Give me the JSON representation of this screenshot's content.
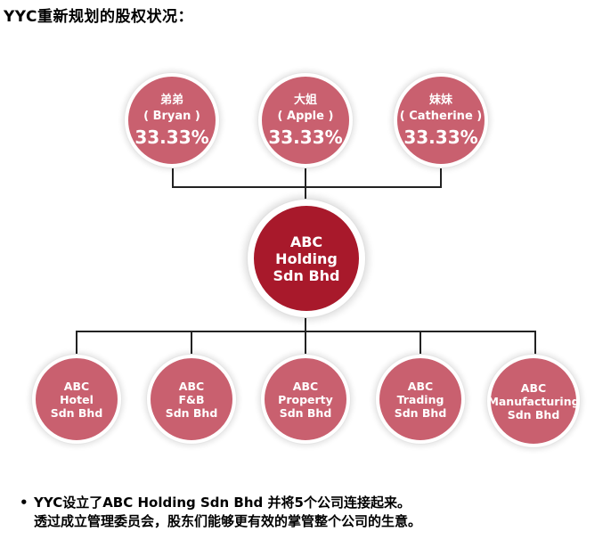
{
  "title": "YYC重新规划的股权状况：",
  "shareholders": [
    {
      "name": "弟弟",
      "english": "( Bryan )",
      "percent": "33.33%"
    },
    {
      "name": "大姐",
      "english": "( Apple )",
      "percent": "33.33%"
    },
    {
      "name": "妹妹",
      "english": "( Catherine )",
      "percent": "33.33%"
    }
  ],
  "holding": {
    "line1": "ABC",
    "line2": "Holding",
    "line3": "Sdn Bhd"
  },
  "companies": [
    {
      "line1": "ABC",
      "line2": "Hotel",
      "line3": "Sdn Bhd"
    },
    {
      "line1": "ABC",
      "line2": "F&B",
      "line3": "Sdn Bhd"
    },
    {
      "line1": "ABC",
      "line2": "Property",
      "line3": "Sdn Bhd"
    },
    {
      "line1": "ABC",
      "line2": "Trading",
      "line3": "Sdn Bhd"
    },
    {
      "line1": "ABC",
      "line2": "Manufacturing",
      "line3": "Sdn Bhd"
    }
  ],
  "bullet": {
    "symbol": "•",
    "line1": "YYC设立了ABC Holding Sdn Bhd 并将5个公司连接起来。",
    "line2": "透过成立管理委员会，股东们能够更有效的掌管整个公司的生意。"
  },
  "colors": {
    "shareholder_fill": "#c9606f",
    "holding_fill": "#a8192b",
    "company_fill": "#c9606f",
    "connector": "#222222"
  }
}
